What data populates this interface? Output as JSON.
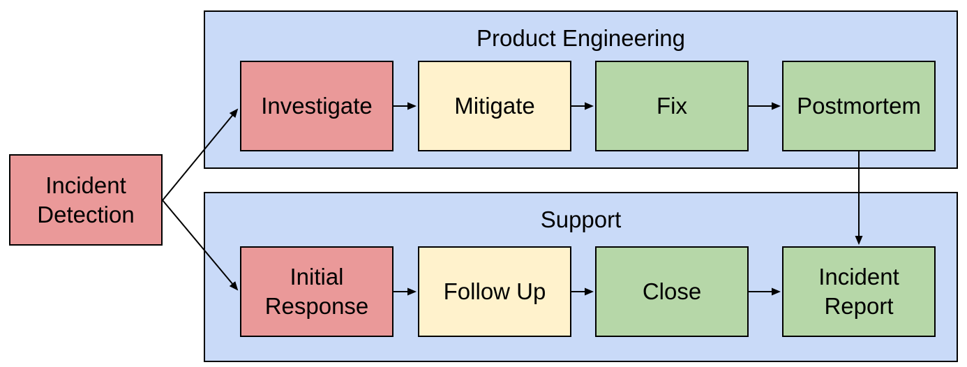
{
  "diagram": {
    "start_node": {
      "id": "incident-detection",
      "label": "Incident\nDetection",
      "color": "#ea9999"
    },
    "lanes": [
      {
        "label": "Product Engineering",
        "color": "#c9daf8",
        "nodes": [
          {
            "id": "investigate",
            "label": "Investigate",
            "color": "#ea9999"
          },
          {
            "id": "mitigate",
            "label": "Mitigate",
            "color": "#fff2cc"
          },
          {
            "id": "fix",
            "label": "Fix",
            "color": "#b6d7a8"
          },
          {
            "id": "postmortem",
            "label": "Postmortem",
            "color": "#b6d7a8"
          }
        ]
      },
      {
        "label": "Support",
        "color": "#c9daf8",
        "nodes": [
          {
            "id": "initial-response",
            "label": "Initial\nResponse",
            "color": "#ea9999"
          },
          {
            "id": "follow-up",
            "label": "Follow Up",
            "color": "#fff2cc"
          },
          {
            "id": "close",
            "label": "Close",
            "color": "#b6d7a8"
          },
          {
            "id": "incident-report",
            "label": "Incident\nReport",
            "color": "#b6d7a8"
          }
        ]
      }
    ],
    "edges": [
      {
        "from": "incident-detection",
        "to": "investigate"
      },
      {
        "from": "incident-detection",
        "to": "initial-response"
      },
      {
        "from": "investigate",
        "to": "mitigate"
      },
      {
        "from": "mitigate",
        "to": "fix"
      },
      {
        "from": "fix",
        "to": "postmortem"
      },
      {
        "from": "postmortem",
        "to": "incident-report"
      },
      {
        "from": "initial-response",
        "to": "follow-up"
      },
      {
        "from": "follow-up",
        "to": "close"
      },
      {
        "from": "close",
        "to": "incident-report"
      }
    ],
    "colors": {
      "lane_fill": "#c9daf8",
      "stage_red": "#ea9999",
      "stage_yellow": "#fff2cc",
      "stage_green": "#b6d7a8",
      "border": "#000000",
      "background": "#ffffff",
      "text": "#000000"
    }
  }
}
